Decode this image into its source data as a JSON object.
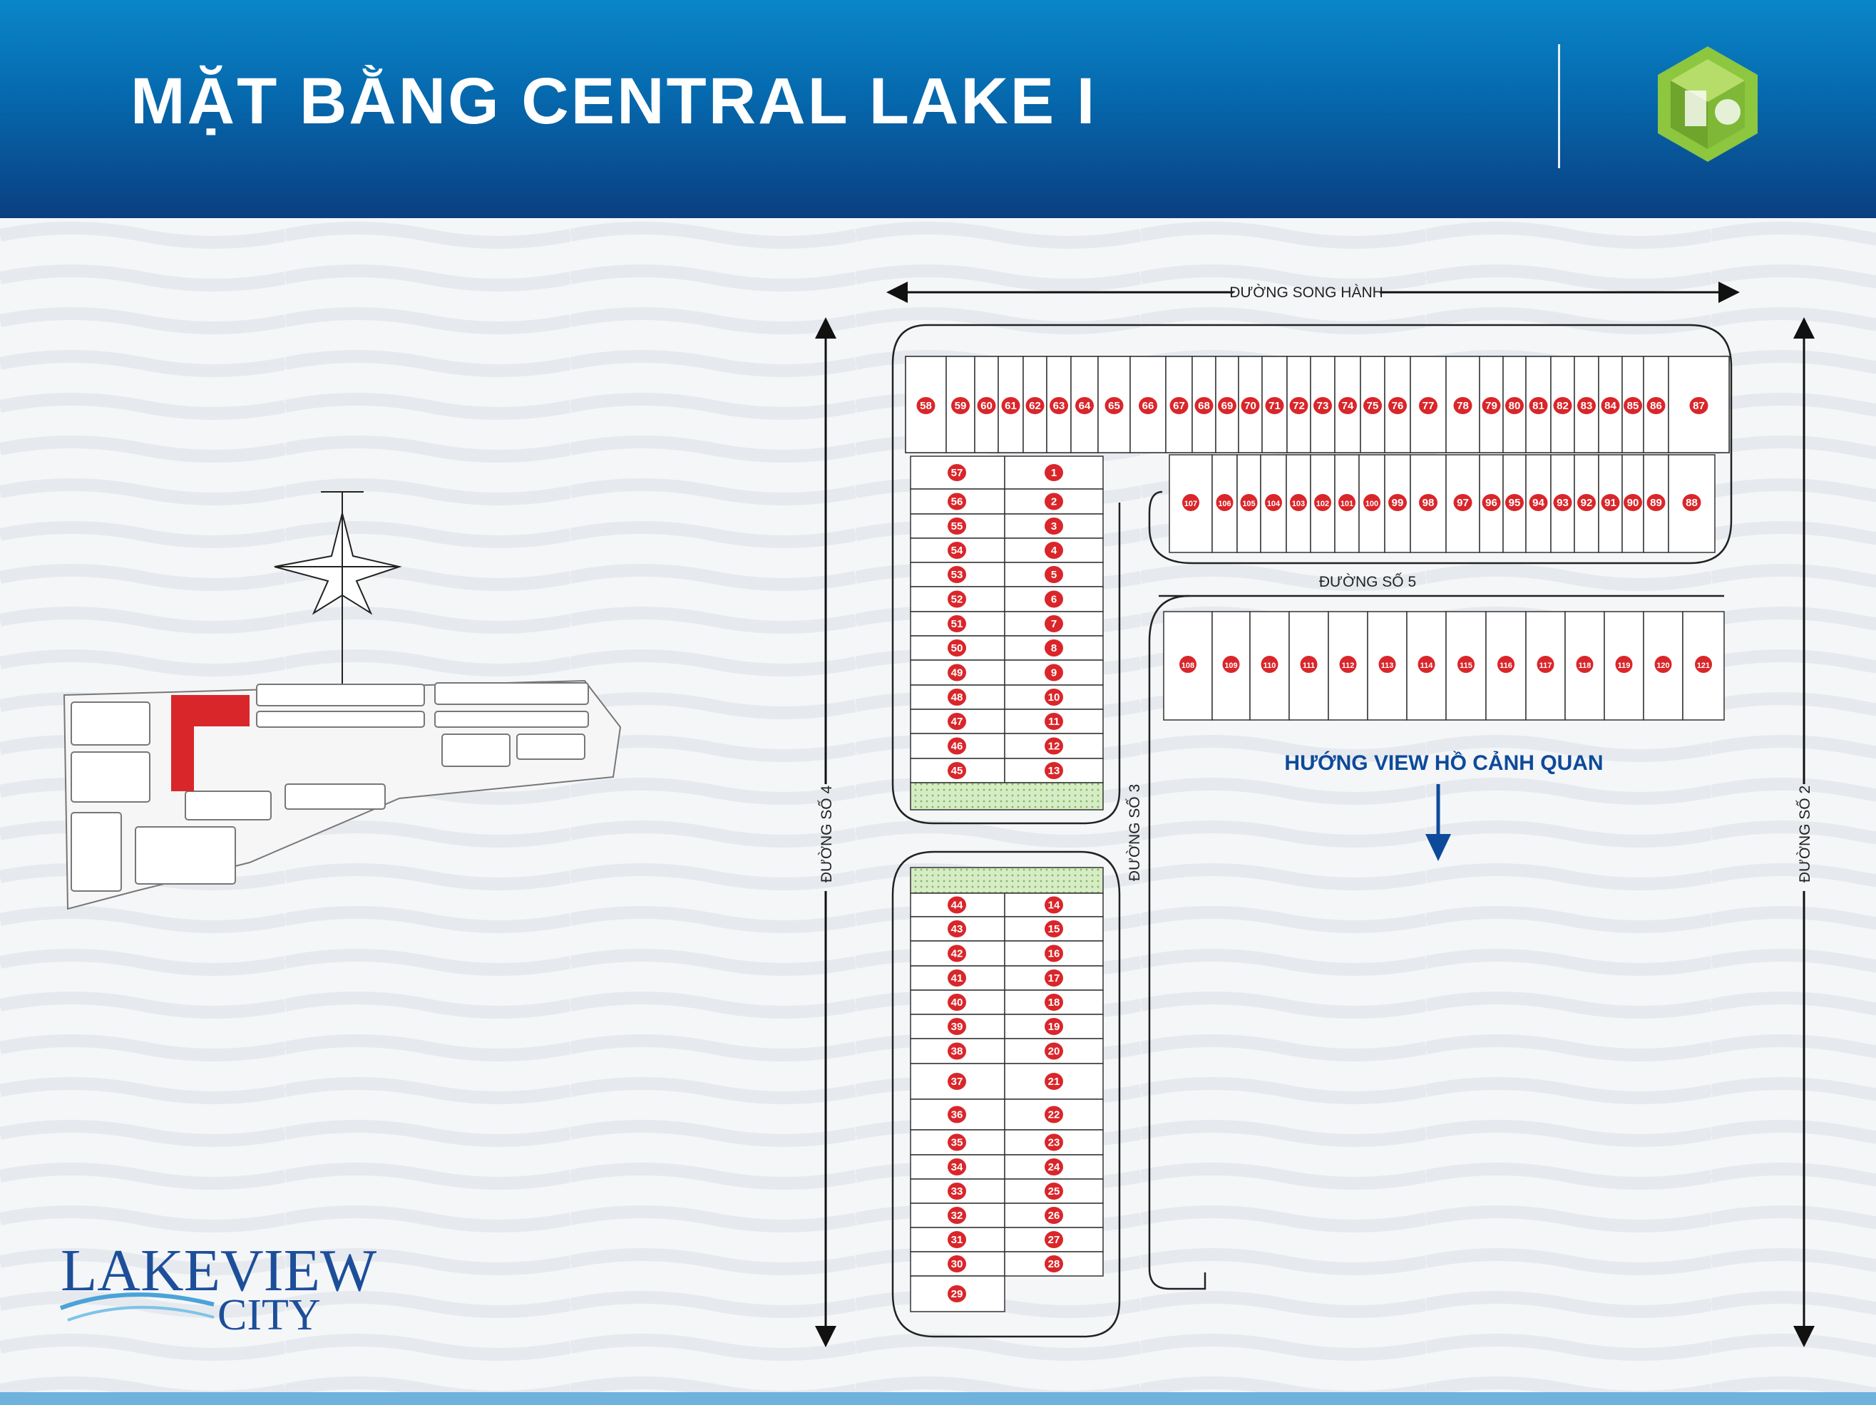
{
  "header": {
    "title": "MẶT BẰNG CENTRAL LAKE I",
    "logo_icon": "geometric-cube-logo-icon"
  },
  "roads": {
    "top": "ĐƯỜNG SONG HÀNH",
    "left": "ĐƯỜNG SỐ 4",
    "middle": "ĐƯỜNG SỐ 3",
    "inner": "ĐƯỜNG SỐ 5",
    "right": "ĐƯỜNG SỐ 2"
  },
  "view_label": "HƯỚNG VIEW HỒ CẢNH QUAN",
  "brand": {
    "line1": "LAKEVIEW",
    "line2": "CITY"
  },
  "colors": {
    "lot_marker": "#d9262a",
    "header": "#0668ad",
    "view_text": "#0d4a9a",
    "brand": "#1d4e9a",
    "logo": "#8dc63f",
    "green_area": "#c9e6b4"
  },
  "plan": {
    "lots": [
      "1",
      "2",
      "3",
      "4",
      "5",
      "6",
      "7",
      "8",
      "9",
      "10",
      "11",
      "12",
      "13",
      "14",
      "15",
      "16",
      "17",
      "18",
      "19",
      "20",
      "21",
      "22",
      "23",
      "24",
      "25",
      "26",
      "27",
      "28",
      "29",
      "30",
      "31",
      "32",
      "33",
      "34",
      "35",
      "36",
      "37",
      "38",
      "39",
      "40",
      "41",
      "42",
      "43",
      "44",
      "45",
      "46",
      "47",
      "48",
      "49",
      "50",
      "51",
      "52",
      "53",
      "54",
      "55",
      "56",
      "57",
      "58",
      "59",
      "60",
      "61",
      "62",
      "63",
      "64",
      "65",
      "66",
      "67",
      "68",
      "69",
      "70",
      "71",
      "72",
      "73",
      "74",
      "75",
      "76",
      "77",
      "78",
      "79",
      "80",
      "81",
      "82",
      "83",
      "84",
      "85",
      "86",
      "87",
      "88",
      "89",
      "90",
      "91",
      "92",
      "93",
      "94",
      "95",
      "96",
      "97",
      "98",
      "99",
      "100",
      "101",
      "102",
      "103",
      "104",
      "105",
      "106",
      "107",
      "108",
      "109",
      "110",
      "111",
      "112",
      "113",
      "114",
      "115",
      "116",
      "117",
      "118",
      "119",
      "120",
      "121"
    ]
  }
}
